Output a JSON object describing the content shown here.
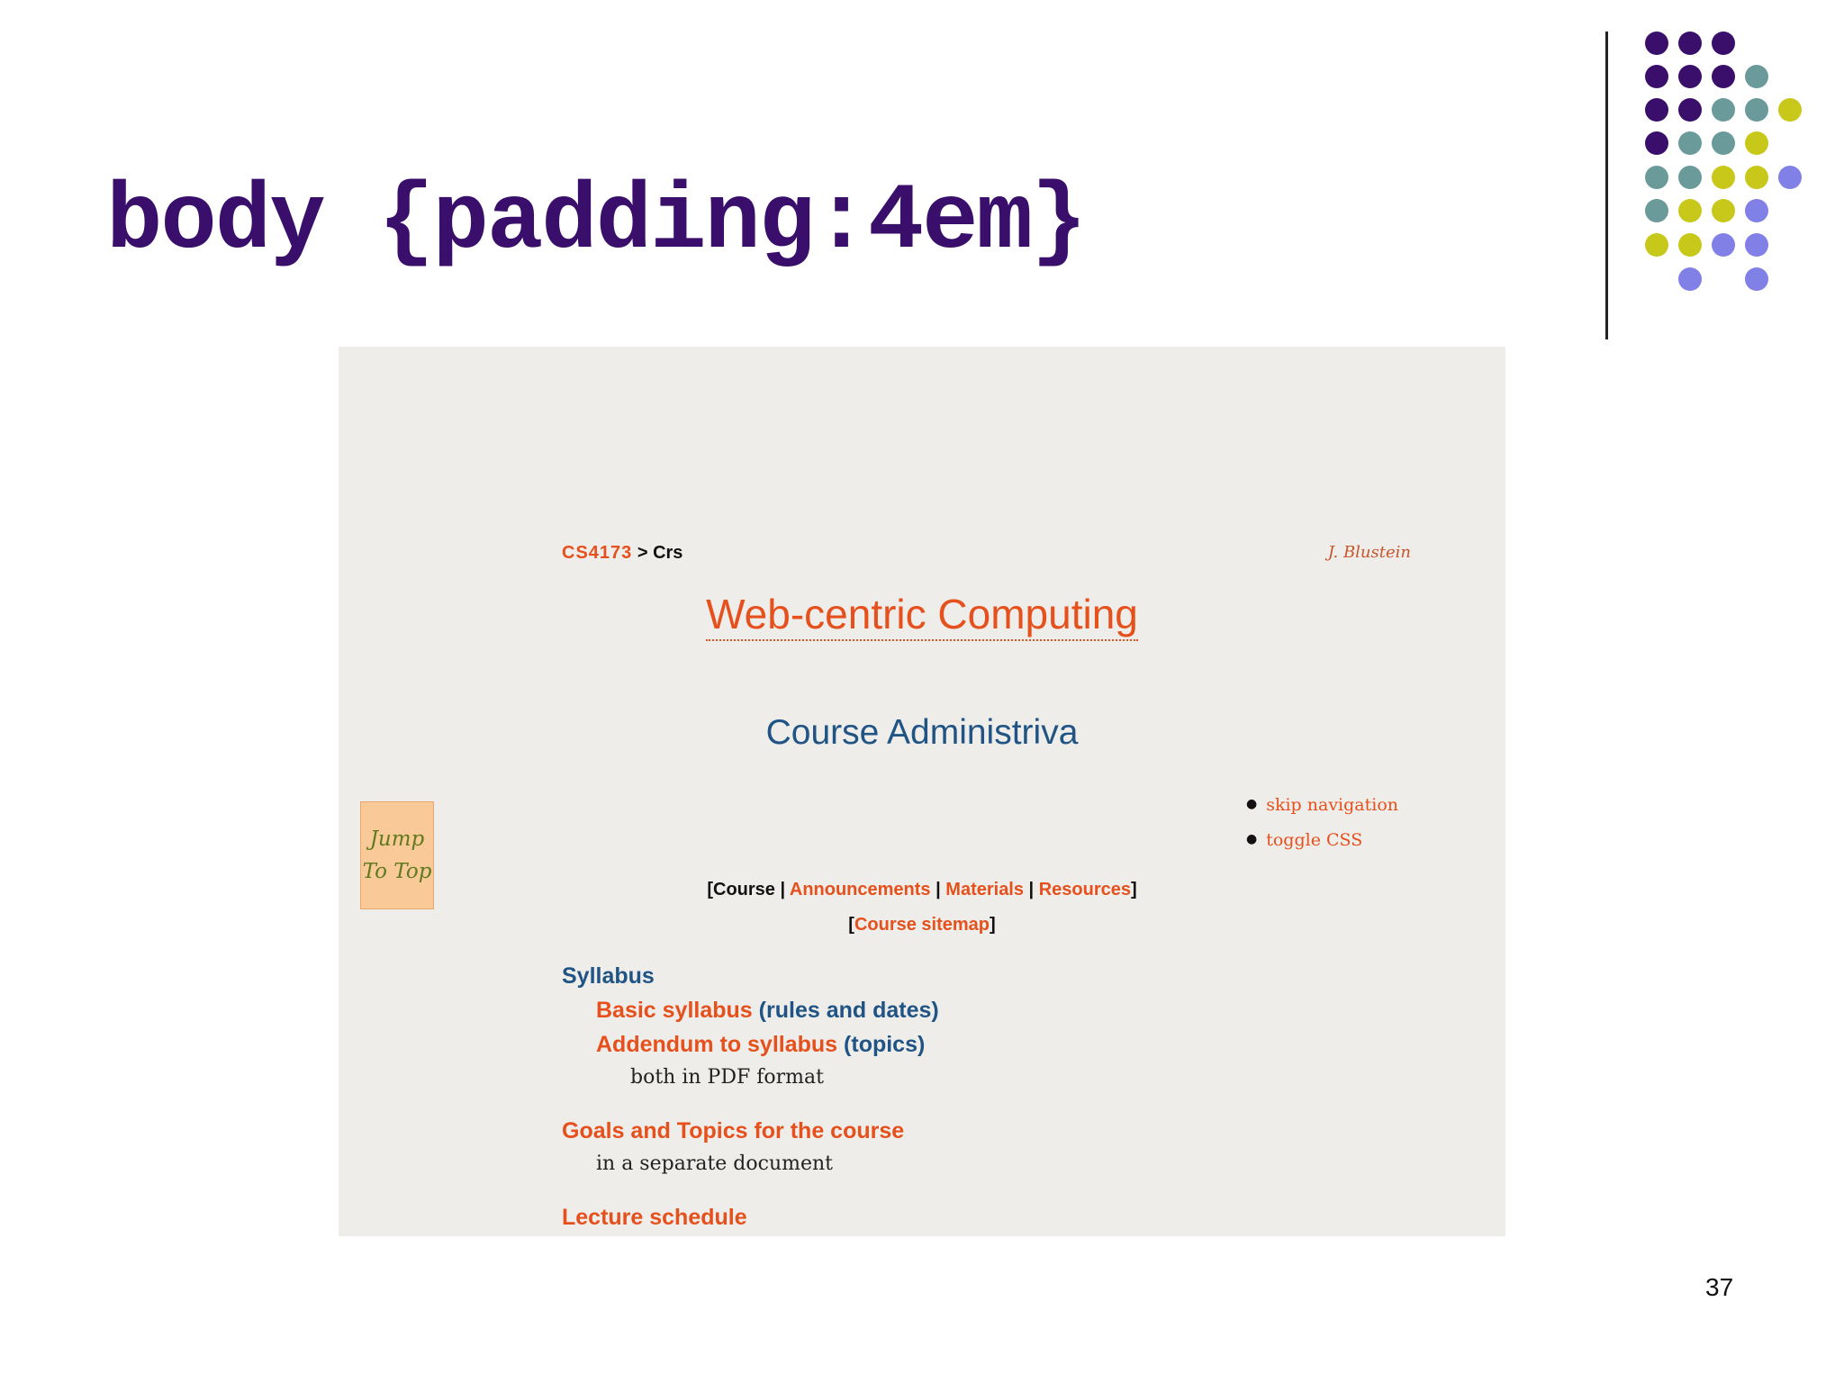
{
  "slide": {
    "title": "body {padding:4em}",
    "number": "37",
    "dot_colors": {
      "purple": "#3a0f6b",
      "teal": "#6b9a9a",
      "olive": "#c8c81a",
      "periwinkle": "#8080e6"
    }
  },
  "webpage": {
    "breadcrumb": {
      "course": "CS4173",
      "separator": " > ",
      "current": "Crs"
    },
    "author": "J. Blustein",
    "site_title": "Web-centric Computing",
    "page_title": "Course Administriva",
    "skip_links": [
      "skip navigation",
      "toggle CSS"
    ],
    "jump_to_top": {
      "line1": "Jump",
      "line2": "To Top"
    },
    "nav": {
      "current": "Course",
      "announcements": "Announcements",
      "materials": "Materials",
      "resources": "Resources",
      "sitemap": "Course sitemap"
    },
    "sections": {
      "syllabus_heading": "Syllabus",
      "basic_syllabus": "Basic syllabus",
      "basic_syllabus_note": "(rules and dates)",
      "addendum": "Addendum to syllabus",
      "addendum_note": "(topics)",
      "pdf_note": "both in PDF format",
      "goals": "Goals and Topics for the course",
      "goals_note": "in a separate document",
      "lecture_schedule": "Lecture schedule"
    }
  }
}
